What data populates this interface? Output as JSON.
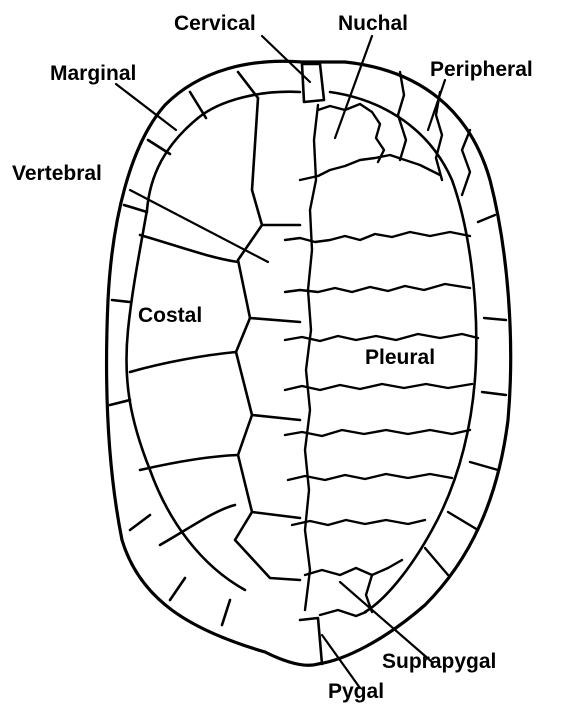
{
  "labels": {
    "cervical": "Cervical",
    "nuchal": "Nuchal",
    "marginal": "Marginal",
    "peripheral": "Peripheral",
    "vertebral": "Vertebral",
    "costal": "Costal",
    "pleural": "Pleural",
    "suprapygal": "Suprapygal",
    "pygal": "Pygal"
  },
  "colors": {
    "line": "#000000",
    "background": "#ffffff"
  }
}
